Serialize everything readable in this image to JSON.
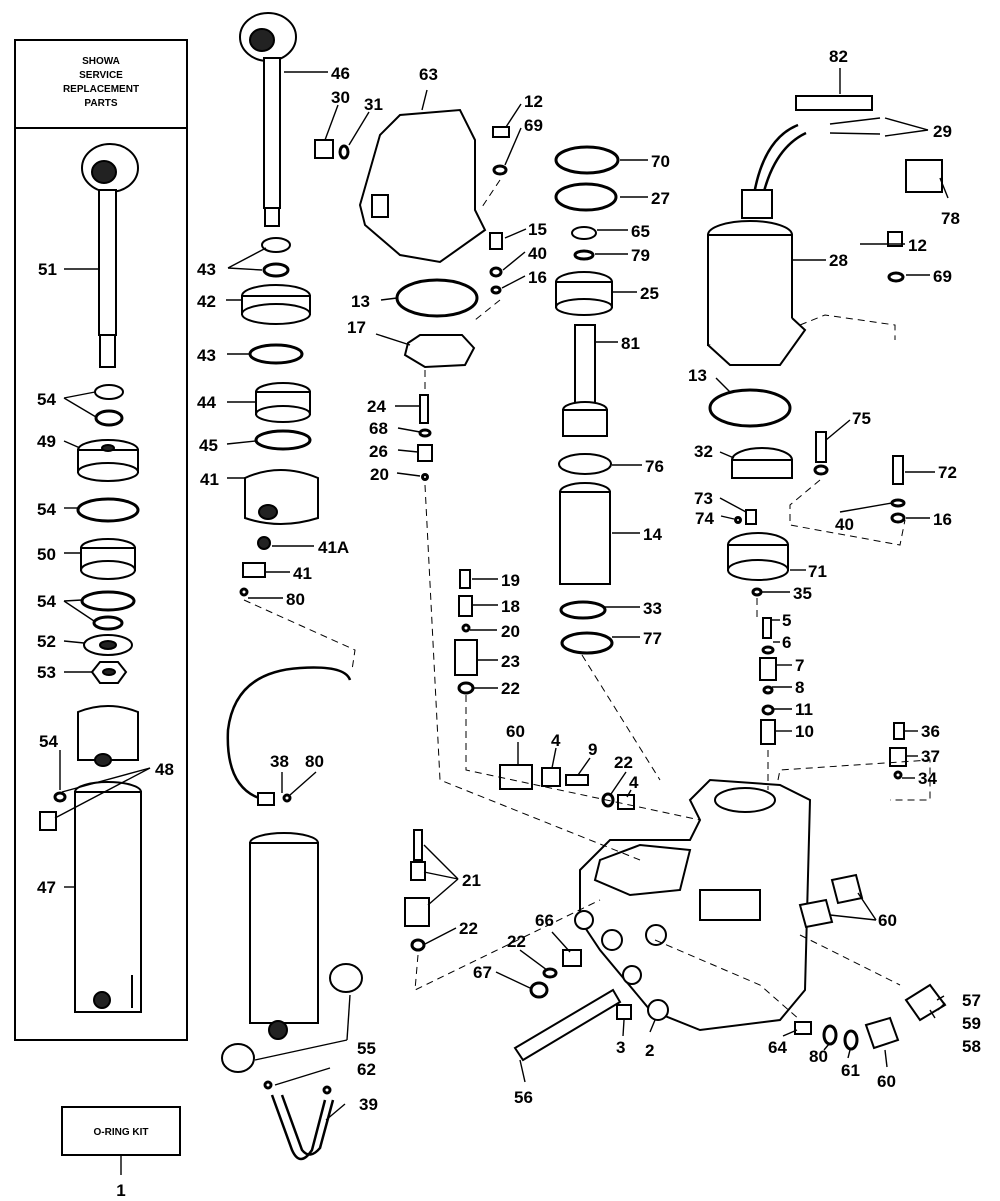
{
  "showa_box": {
    "lines": [
      "SHOWA",
      "SERVICE",
      "REPLACEMENT",
      "PARTS"
    ]
  },
  "oring_kit": {
    "label": "O-RING KIT",
    "number": "1"
  },
  "callouts": [
    {
      "id": "46",
      "text": "46"
    },
    {
      "id": "63",
      "text": "63"
    },
    {
      "id": "82",
      "text": "82"
    },
    {
      "id": "30",
      "text": "30"
    },
    {
      "id": "31",
      "text": "31"
    },
    {
      "id": "12a",
      "text": "12"
    },
    {
      "id": "69a",
      "text": "69"
    },
    {
      "id": "70",
      "text": "70"
    },
    {
      "id": "29",
      "text": "29"
    },
    {
      "id": "27",
      "text": "27"
    },
    {
      "id": "78",
      "text": "78"
    },
    {
      "id": "51",
      "text": "51"
    },
    {
      "id": "43a",
      "text": "43"
    },
    {
      "id": "15",
      "text": "15"
    },
    {
      "id": "65",
      "text": "65"
    },
    {
      "id": "12b",
      "text": "12"
    },
    {
      "id": "40a",
      "text": "40"
    },
    {
      "id": "79",
      "text": "79"
    },
    {
      "id": "28",
      "text": "28"
    },
    {
      "id": "16a",
      "text": "16"
    },
    {
      "id": "69b",
      "text": "69"
    },
    {
      "id": "42",
      "text": "42"
    },
    {
      "id": "13a",
      "text": "13"
    },
    {
      "id": "25",
      "text": "25"
    },
    {
      "id": "17",
      "text": "17"
    },
    {
      "id": "43b",
      "text": "43"
    },
    {
      "id": "81",
      "text": "81"
    },
    {
      "id": "13b",
      "text": "13"
    },
    {
      "id": "54a",
      "text": "54"
    },
    {
      "id": "44",
      "text": "44"
    },
    {
      "id": "24",
      "text": "24"
    },
    {
      "id": "75",
      "text": "75"
    },
    {
      "id": "68",
      "text": "68"
    },
    {
      "id": "49",
      "text": "49"
    },
    {
      "id": "45",
      "text": "45"
    },
    {
      "id": "32",
      "text": "32"
    },
    {
      "id": "26",
      "text": "26"
    },
    {
      "id": "76",
      "text": "76"
    },
    {
      "id": "72",
      "text": "72"
    },
    {
      "id": "20a",
      "text": "20"
    },
    {
      "id": "41a",
      "text": "41"
    },
    {
      "id": "73",
      "text": "73"
    },
    {
      "id": "54b",
      "text": "54"
    },
    {
      "id": "74",
      "text": "74"
    },
    {
      "id": "40b",
      "text": "40"
    },
    {
      "id": "16b",
      "text": "16"
    },
    {
      "id": "14",
      "text": "14"
    },
    {
      "id": "41A",
      "text": "41A"
    },
    {
      "id": "50",
      "text": "50"
    },
    {
      "id": "71",
      "text": "71"
    },
    {
      "id": "19",
      "text": "19"
    },
    {
      "id": "41b",
      "text": "41"
    },
    {
      "id": "54c",
      "text": "54"
    },
    {
      "id": "18",
      "text": "18"
    },
    {
      "id": "80a",
      "text": "80"
    },
    {
      "id": "35",
      "text": "35"
    },
    {
      "id": "33",
      "text": "33"
    },
    {
      "id": "5",
      "text": "5"
    },
    {
      "id": "52",
      "text": "52"
    },
    {
      "id": "20b",
      "text": "20"
    },
    {
      "id": "77",
      "text": "77"
    },
    {
      "id": "6",
      "text": "6"
    },
    {
      "id": "23",
      "text": "23"
    },
    {
      "id": "53",
      "text": "53"
    },
    {
      "id": "7",
      "text": "7"
    },
    {
      "id": "22a",
      "text": "22"
    },
    {
      "id": "8",
      "text": "8"
    },
    {
      "id": "11",
      "text": "11"
    },
    {
      "id": "60a",
      "text": "60"
    },
    {
      "id": "10",
      "text": "10"
    },
    {
      "id": "36",
      "text": "36"
    },
    {
      "id": "4a",
      "text": "4"
    },
    {
      "id": "54d",
      "text": "54"
    },
    {
      "id": "38",
      "text": "38"
    },
    {
      "id": "80b",
      "text": "80"
    },
    {
      "id": "48",
      "text": "48"
    },
    {
      "id": "9",
      "text": "9"
    },
    {
      "id": "22b",
      "text": "22"
    },
    {
      "id": "37",
      "text": "37"
    },
    {
      "id": "4b",
      "text": "4"
    },
    {
      "id": "34",
      "text": "34"
    },
    {
      "id": "47",
      "text": "47"
    },
    {
      "id": "21",
      "text": "21"
    },
    {
      "id": "60b",
      "text": "60"
    },
    {
      "id": "22c",
      "text": "22"
    },
    {
      "id": "66",
      "text": "66"
    },
    {
      "id": "22d",
      "text": "22"
    },
    {
      "id": "57",
      "text": "57"
    },
    {
      "id": "67",
      "text": "67"
    },
    {
      "id": "59",
      "text": "59"
    },
    {
      "id": "58",
      "text": "58"
    },
    {
      "id": "55",
      "text": "55"
    },
    {
      "id": "3",
      "text": "3"
    },
    {
      "id": "2",
      "text": "2"
    },
    {
      "id": "64",
      "text": "64"
    },
    {
      "id": "62",
      "text": "62"
    },
    {
      "id": "80c",
      "text": "80"
    },
    {
      "id": "61",
      "text": "61"
    },
    {
      "id": "60c",
      "text": "60"
    },
    {
      "id": "39",
      "text": "39"
    },
    {
      "id": "56",
      "text": "56"
    }
  ]
}
